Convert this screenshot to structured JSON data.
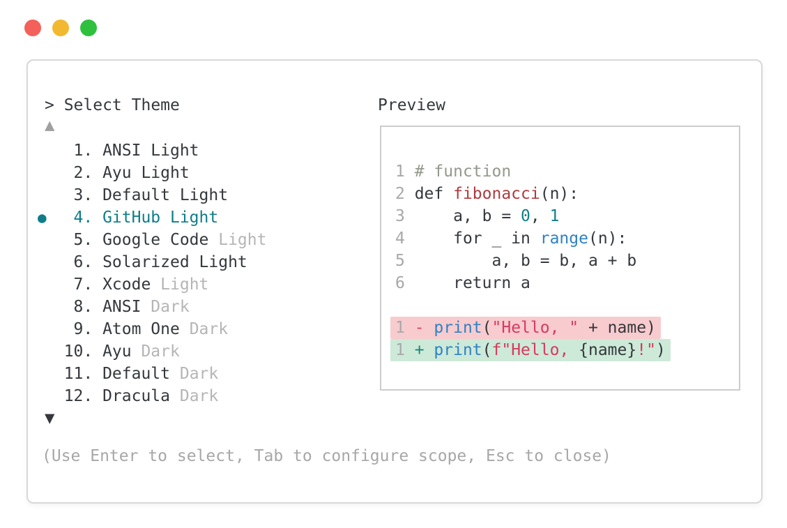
{
  "colors": {
    "text_primary": "#34383D",
    "text_muted": "#B5B5B7",
    "text_gray": "#A7A7A9",
    "arrow_muted": "#9EA0A2",
    "accent": "#0E7D89",
    "line_number": "#A8A8AA",
    "comment": "#93998C",
    "func_name": "#AE3B3F",
    "number_token": "#0F7E8C",
    "call_token": "#2E82C4",
    "string_token": "#D63A60",
    "del_token": "#D6476B",
    "add_token": "#1F8577",
    "removed_bg": "#F8CBCE",
    "added_bg": "#CDE9D8",
    "window_border": "#D8D8D8",
    "preview_border": "#CCCCCC",
    "traffic_red": "#F4605A",
    "traffic_yellow": "#F2B82F",
    "traffic_green": "#2FC13E"
  },
  "theme_picker": {
    "prompt": "> Select Theme",
    "scroll_up_icon": "▲",
    "scroll_down_icon": "▼",
    "selected_marker": "●",
    "items": [
      {
        "num": "1.",
        "name": "ANSI Light",
        "suffix": "",
        "selected": false
      },
      {
        "num": "2.",
        "name": "Ayu Light",
        "suffix": "",
        "selected": false
      },
      {
        "num": "3.",
        "name": "Default Light",
        "suffix": "",
        "selected": false
      },
      {
        "num": "4.",
        "name": "GitHub Light",
        "suffix": "",
        "selected": true
      },
      {
        "num": "5.",
        "name": "Google Code",
        "suffix": "Light",
        "selected": false
      },
      {
        "num": "6.",
        "name": "Solarized Light",
        "suffix": "",
        "selected": false
      },
      {
        "num": "7.",
        "name": "Xcode",
        "suffix": "Light",
        "selected": false
      },
      {
        "num": "8.",
        "name": "ANSI",
        "suffix": "Dark",
        "selected": false
      },
      {
        "num": "9.",
        "name": "Atom One",
        "suffix": "Dark",
        "selected": false
      },
      {
        "num": "10.",
        "name": "Ayu",
        "suffix": "Dark",
        "selected": false
      },
      {
        "num": "11.",
        "name": "Default",
        "suffix": "Dark",
        "selected": false
      },
      {
        "num": "12.",
        "name": "Dracula",
        "suffix": "Dark",
        "selected": false
      }
    ],
    "footer_hint": "(Use Enter to select, Tab to configure scope, Esc to close)"
  },
  "preview": {
    "label": "Preview",
    "code_lines": [
      {
        "num": "1",
        "diff": null,
        "segments": [
          [
            "comment",
            "# function"
          ]
        ]
      },
      {
        "num": "2",
        "diff": null,
        "segments": [
          [
            "plain",
            "def "
          ],
          [
            "func",
            "fibonacci"
          ],
          [
            "plain",
            "(n):"
          ]
        ]
      },
      {
        "num": "3",
        "diff": null,
        "segments": [
          [
            "plain",
            "    a, b = "
          ],
          [
            "number",
            "0"
          ],
          [
            "plain",
            ", "
          ],
          [
            "number",
            "1"
          ]
        ]
      },
      {
        "num": "4",
        "diff": null,
        "segments": [
          [
            "plain",
            "    for _ in "
          ],
          [
            "call",
            "range"
          ],
          [
            "plain",
            "(n):"
          ]
        ]
      },
      {
        "num": "5",
        "diff": null,
        "segments": [
          [
            "plain",
            "        a, b = b, a + b"
          ]
        ]
      },
      {
        "num": "6",
        "diff": null,
        "segments": [
          [
            "plain",
            "    return a"
          ]
        ]
      },
      {
        "num": "",
        "diff": null,
        "segments": []
      },
      {
        "num": "1",
        "diff": "removed",
        "segments": [
          [
            "del",
            "- "
          ],
          [
            "call",
            "print"
          ],
          [
            "plain",
            "("
          ],
          [
            "string",
            "\"Hello, \""
          ],
          [
            "plain",
            " + name)"
          ]
        ]
      },
      {
        "num": "1",
        "diff": "added",
        "segments": [
          [
            "add",
            "+ "
          ],
          [
            "call",
            "print"
          ],
          [
            "plain",
            "("
          ],
          [
            "string",
            "f\"Hello, "
          ],
          [
            "plain",
            "{name}"
          ],
          [
            "string",
            "!\""
          ],
          [
            "plain",
            ")"
          ]
        ]
      }
    ]
  }
}
